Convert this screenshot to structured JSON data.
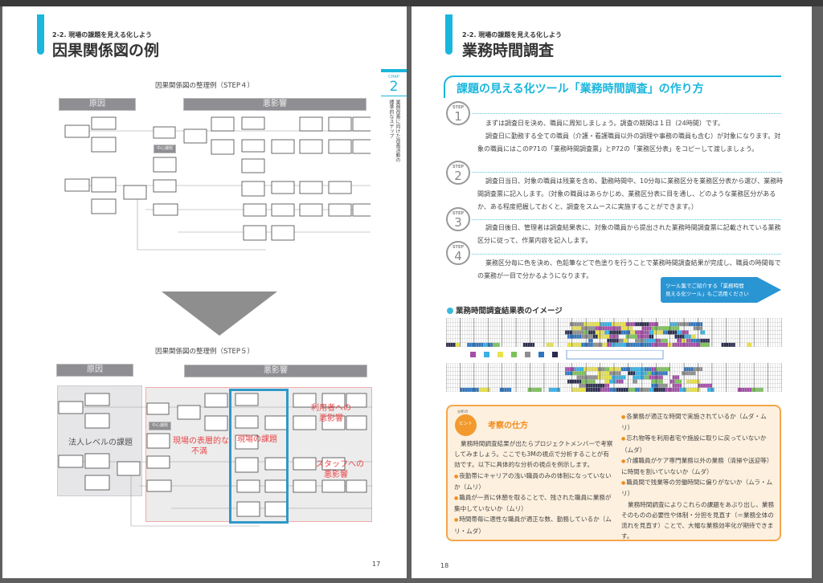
{
  "left_page": {
    "section": "2-2. 現場の課題を見える化しよう",
    "title": "因果関係図の例",
    "chapter": {
      "label": "CHAP",
      "number": "2",
      "subtitle": "業務改善に向けた改善活動の標準的なステップ"
    },
    "diagram1": {
      "caption": "因果関係図の整理例（STEP４）",
      "cause_header": "原因",
      "effect_header": "悪影響",
      "center_label": "中心課題"
    },
    "diagram2": {
      "caption": "因果関係図の整理例（STEP５）",
      "cause_header": "原因",
      "effect_header": "悪影響",
      "center_label": "中心課題",
      "annotations": {
        "corporate": "法人レベルの課題",
        "surface_line1": "現場の表層的な",
        "surface_line2": "不満",
        "field": "現場の課題",
        "user_line1": "利用者への",
        "user_line2": "悪影響",
        "staff_line1": "スタッフへの",
        "staff_line2": "悪影響"
      }
    },
    "page_number": "17"
  },
  "right_page": {
    "section": "2-2. 現場の課題を見える化しよう",
    "title": "業務時間調査",
    "heading": "課題の見える化ツール「業務時間調査」の作り方",
    "steps": [
      {
        "label": "STEP",
        "number": "1",
        "text": [
          "まずは調査日を決め、職員に周知しましょう。調査の期間は１日（24時間）です。",
          "調査日に勤務する全ての職員（介護・看護職員以外の調理や事務の職員も含む）が対象になります。対象の職員にはこのP71の「業務時間調査票」とP72の「業務区分表」をコピーして渡しましょう。"
        ]
      },
      {
        "label": "STEP",
        "number": "2",
        "text": [
          "調査日当日、対象の職員は残業を含め、勤務時間中、10分毎に業務区分を業務区分表から選び、業務時間調査票に記入します。（対象の職員はあらかじめ、業務区分表に目を通し、どのような業務区分があるか、ある程度把握しておくと、調査をスムースに実施することができます。）"
        ]
      },
      {
        "label": "STEP",
        "number": "3",
        "text": [
          "調査日後日、管理者は調査結果表に、対象の職員から提出された業務時間調査票に記載されている業務区分に従って、作業内容を記入します。"
        ]
      },
      {
        "label": "STEP",
        "number": "4",
        "text": [
          "業務区分毎に色を決め、色鉛筆などで色塗りを行うことで業務時間調査結果が完成し、職員の時間毎での業務が一目で分かるようになります。"
        ]
      }
    ],
    "callout": [
      "ツール集でご紹介する「業務時間",
      "見える化ツール」もご活用ください"
    ],
    "image_heading": "業務時間調査結果表のイメージ",
    "legend_colors": [
      "#a54ea8",
      "#39afe3",
      "#e9e34c",
      "#7bc25a",
      "#8e8e8e",
      "#2f76c0",
      "#2a2d4f"
    ],
    "hint": {
      "badge_top": "分析の",
      "badge": "ヒント",
      "title": "考察の仕方",
      "intro": "業務時間調査結果が出たらプロジェクトメンバーで考察してみましょう。ここでも3Mの視点で分析することが有効です。以下に具体的な分析の視点を例示します。",
      "bullets_left": [
        "夜勤帯にキャリアの浅い職員のみの体制になっていないか（ムリ）",
        "職員が一斉に休憩を取ることで、残された職員に業務が集中していないか（ムリ）",
        "時間帯毎に適性な職員が適正な数、勤務しているか（ムリ・ムダ）"
      ],
      "bullets_right": [
        "各業務が適正な時間で実施されているか（ムダ・ムリ）",
        "忘れ物等を利用者宅や施設に取りに戻っていないか（ムダ）",
        "介護職員がケア専門業務以外の業務（清掃や送迎等）に時間を割いていないか（ムダ）",
        "職員間で残業等の労働時間に偏りがないか（ムラ・ムリ）"
      ],
      "conclusion": "業務時間調査によりこれらの課題をあぶり出し、業務そのものの必要性や体制・分担を見直す（＝業務全体の流れを見直す）ことで、大幅な業務効率化が期待できます。"
    },
    "page_number": "18"
  }
}
